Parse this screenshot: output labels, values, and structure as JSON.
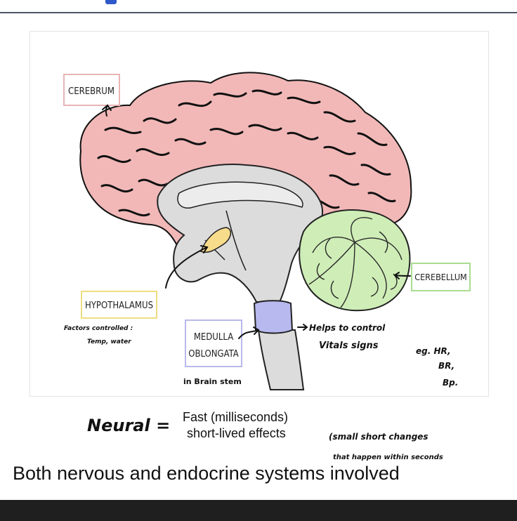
{
  "diagram": {
    "labels": {
      "cerebrum": "CEREBRUM",
      "hypothalamus": "HYPOTHALAMUS",
      "medulla_line1": "MEDULLA",
      "medulla_line2": "OBLONGATA",
      "cerebellum": "CEREBELLUM"
    },
    "notes": {
      "hypothalamus_line1": "Factors controlled :",
      "hypothalamus_line2": "Temp, water",
      "brainstem": "in Brain stem",
      "vitals_line1": "Helps to control",
      "vitals_line2": "Vitals signs",
      "vitals_eg1": "eg. HR,",
      "vitals_eg2": "BR,",
      "vitals_eg3": "Bp."
    },
    "colors": {
      "cerebrum": "#f2b8b8",
      "cerebrum_dark": "#111111",
      "inner": "#dcdcdc",
      "hypothalamus": "#f7dc8c",
      "medulla": "#b7b9ef",
      "cerebellum": "#cfeeb7",
      "cerebrum_box": "#e9b4b4",
      "hypothalamus_box": "#eedd82",
      "medulla_box": "#b9b9ea",
      "cerebellum_box": "#a8dd90"
    }
  },
  "slide": {
    "neural_label": "Neural =",
    "neural_line1": "Fast (milliseconds)",
    "neural_line2": "short-lived effects",
    "neural_note1": "(small short changes",
    "neural_note2": "that happen within seconds",
    "headline": "Both nervous and endocrine systems involved"
  }
}
